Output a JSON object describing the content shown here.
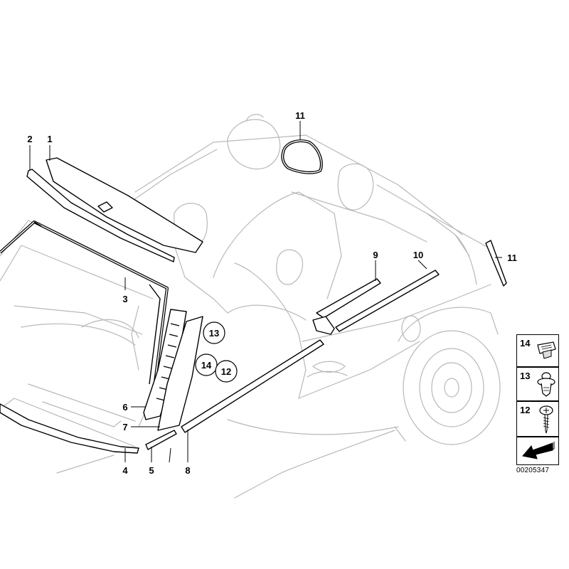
{
  "parts": [
    {
      "id": "1",
      "label": "1"
    },
    {
      "id": "2",
      "label": "2"
    },
    {
      "id": "3",
      "label": "3"
    },
    {
      "id": "4",
      "label": "4"
    },
    {
      "id": "5",
      "label": "5"
    },
    {
      "id": "6",
      "label": "6"
    },
    {
      "id": "7",
      "label": "7"
    },
    {
      "id": "8",
      "label": "8"
    },
    {
      "id": "9",
      "label": "9"
    },
    {
      "id": "10",
      "label": "10"
    },
    {
      "id": "11a",
      "label": "11"
    },
    {
      "id": "11b",
      "label": "11"
    }
  ],
  "circled": [
    {
      "id": "13",
      "label": "13"
    },
    {
      "id": "14",
      "label": "14"
    },
    {
      "id": "12",
      "label": "12"
    }
  ],
  "legend": [
    {
      "num": "14",
      "icon": "rivet-clip-icon"
    },
    {
      "num": "13",
      "icon": "expanding-clip-icon"
    },
    {
      "num": "12",
      "icon": "screw-icon"
    }
  ],
  "reference_number": "00205347"
}
